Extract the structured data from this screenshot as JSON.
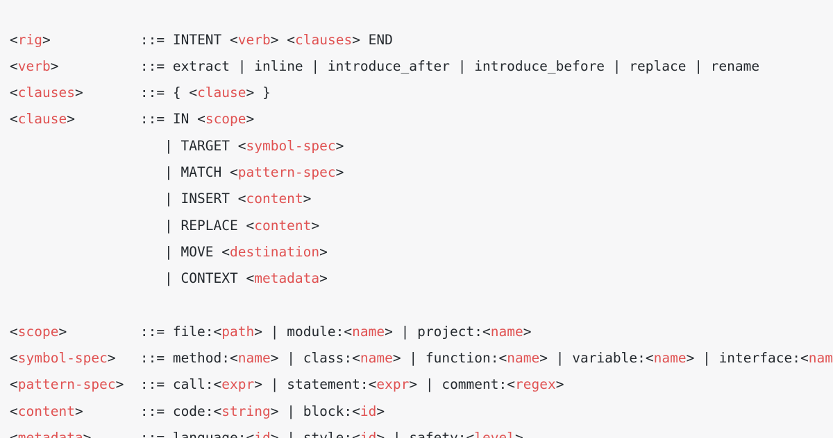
{
  "document": {
    "kind": "bnf-grammar-listing",
    "background_color": "#f7f7f8",
    "text_color": "#24292e",
    "nonterminal_color": "#e05252",
    "font": "monospace",
    "clipped_right_edge": true
  },
  "grammar": {
    "lhs_column_width": 16,
    "assign_operator": "::=",
    "rules": [
      {
        "name": "rig",
        "lhs": "<rig>",
        "op": "::=",
        "rhs_text": "INTENT <verb> <clauses> END",
        "rhs_tokens": [
          {
            "t": "plain",
            "v": "INTENT "
          },
          {
            "t": "nt",
            "v": "verb"
          },
          {
            "t": "plain",
            "v": " "
          },
          {
            "t": "nt",
            "v": "clauses"
          },
          {
            "t": "plain",
            "v": " END"
          }
        ]
      },
      {
        "name": "verb",
        "lhs": "<verb>",
        "op": "::=",
        "rhs_text": "extract | inline | introduce_after | introduce_before | replace | rename",
        "rhs_tokens": [
          {
            "t": "plain",
            "v": "extract | inline | introduce_after | introduce_before | replace | rename"
          }
        ]
      },
      {
        "name": "clauses",
        "lhs": "<clauses>",
        "op": "::=",
        "rhs_text": "{ <clause> }",
        "rhs_tokens": [
          {
            "t": "plain",
            "v": "{ "
          },
          {
            "t": "nt",
            "v": "clause"
          },
          {
            "t": "plain",
            "v": " }"
          }
        ]
      },
      {
        "name": "clause",
        "lhs": "<clause>",
        "op": "::=",
        "rhs_text": "IN <scope>",
        "rhs_tokens": [
          {
            "t": "plain",
            "v": "IN "
          },
          {
            "t": "nt",
            "v": "scope"
          }
        ]
      }
    ],
    "clause_alternatives": [
      {
        "bar": "|",
        "text": "TARGET <symbol-spec>",
        "tokens": [
          {
            "t": "plain",
            "v": "TARGET "
          },
          {
            "t": "nt",
            "v": "symbol-spec"
          }
        ]
      },
      {
        "bar": "|",
        "text": "MATCH <pattern-spec>",
        "tokens": [
          {
            "t": "plain",
            "v": "MATCH "
          },
          {
            "t": "nt",
            "v": "pattern-spec"
          }
        ]
      },
      {
        "bar": "|",
        "text": "INSERT <content>",
        "tokens": [
          {
            "t": "plain",
            "v": "INSERT "
          },
          {
            "t": "nt",
            "v": "content"
          }
        ]
      },
      {
        "bar": "|",
        "text": "REPLACE <content>",
        "tokens": [
          {
            "t": "plain",
            "v": "REPLACE "
          },
          {
            "t": "nt",
            "v": "content"
          }
        ]
      },
      {
        "bar": "|",
        "text": "MOVE <destination>",
        "tokens": [
          {
            "t": "plain",
            "v": "MOVE "
          },
          {
            "t": "nt",
            "v": "destination"
          }
        ]
      },
      {
        "bar": "|",
        "text": "CONTEXT <metadata>",
        "tokens": [
          {
            "t": "plain",
            "v": "CONTEXT "
          },
          {
            "t": "nt",
            "v": "metadata"
          }
        ]
      }
    ],
    "rules_lower": [
      {
        "name": "scope",
        "lhs": "<scope>",
        "op": "::=",
        "rhs_text": "file:<path> | module:<name> | project:<name>",
        "rhs_tokens": [
          {
            "t": "plain",
            "v": "file:"
          },
          {
            "t": "nt",
            "v": "path"
          },
          {
            "t": "plain",
            "v": " | module:"
          },
          {
            "t": "nt",
            "v": "name"
          },
          {
            "t": "plain",
            "v": " | project:"
          },
          {
            "t": "nt",
            "v": "name"
          }
        ]
      },
      {
        "name": "symbol-spec",
        "lhs": "<symbol-spec>",
        "op": "::=",
        "rhs_text": "method:<name> | class:<name> | function:<name> | variable:<name> | interface:<name>",
        "rhs_tokens": [
          {
            "t": "plain",
            "v": "method:"
          },
          {
            "t": "nt",
            "v": "name"
          },
          {
            "t": "plain",
            "v": " | class:"
          },
          {
            "t": "nt",
            "v": "name"
          },
          {
            "t": "plain",
            "v": " | function:"
          },
          {
            "t": "nt",
            "v": "name"
          },
          {
            "t": "plain",
            "v": " | variable:"
          },
          {
            "t": "nt",
            "v": "name"
          },
          {
            "t": "plain",
            "v": " | interface:"
          },
          {
            "t": "nt",
            "v": "name"
          }
        ]
      },
      {
        "name": "pattern-spec",
        "lhs": "<pattern-spec>",
        "op": "::=",
        "rhs_text": "call:<expr> | statement:<expr> | comment:<regex>",
        "rhs_tokens": [
          {
            "t": "plain",
            "v": "call:"
          },
          {
            "t": "nt",
            "v": "expr"
          },
          {
            "t": "plain",
            "v": " | statement:"
          },
          {
            "t": "nt",
            "v": "expr"
          },
          {
            "t": "plain",
            "v": " | comment:"
          },
          {
            "t": "nt",
            "v": "regex"
          }
        ]
      },
      {
        "name": "content",
        "lhs": "<content>",
        "op": "::=",
        "rhs_text": "code:<string> | block:<id>",
        "rhs_tokens": [
          {
            "t": "plain",
            "v": "code:"
          },
          {
            "t": "nt",
            "v": "string"
          },
          {
            "t": "plain",
            "v": " | block:"
          },
          {
            "t": "nt",
            "v": "id"
          }
        ]
      },
      {
        "name": "metadata",
        "lhs": "<metadata>",
        "op": "::=",
        "rhs_text": "language:<id> | style:<id> | safety:<level>",
        "rhs_tokens": [
          {
            "t": "plain",
            "v": "language:"
          },
          {
            "t": "nt",
            "v": "id"
          },
          {
            "t": "plain",
            "v": " | style:"
          },
          {
            "t": "nt",
            "v": "id"
          },
          {
            "t": "plain",
            "v": " | safety:"
          },
          {
            "t": "nt",
            "v": "level"
          }
        ]
      }
    ]
  }
}
